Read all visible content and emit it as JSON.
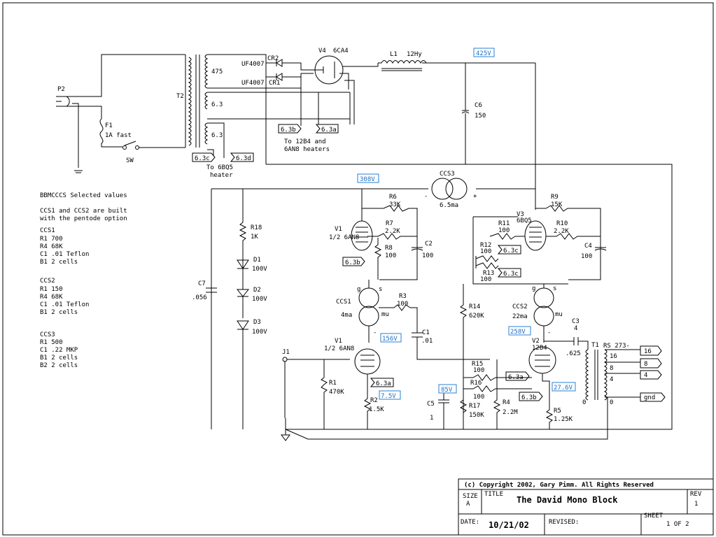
{
  "voltages": {
    "b425": "425V",
    "b308": "308V",
    "b156": "156V",
    "b75": "7.5V",
    "b258": "258V",
    "b85": "85V",
    "b276": "27.6V"
  },
  "power": {
    "plug": "P2",
    "fuse": "F1",
    "fuse_rating": "1A fast",
    "switch": "SW",
    "transformer": "T2",
    "sec_475": "475",
    "sec_63a": "6.3",
    "sec_63b": "6.3",
    "cr2_part": "UF4007",
    "cr2": "CR2",
    "cr1_part": "UF4007",
    "cr1": "CR1",
    "v4": "V4",
    "v4_type": "6CA4",
    "l1": "L1",
    "l1_val": "12Hy",
    "c6": "C6",
    "c6_val": "150",
    "heater_note_1": "To 12B4 and",
    "heater_note_2": "6AN8 heaters",
    "heater_note_3": "To 6BQ5",
    "heater_note_4": "heater"
  },
  "heater_tags": {
    "a": "6.3a",
    "b": "6.3b",
    "c": "6.3c",
    "d": "6.3d"
  },
  "ccs3": {
    "name": "CCS3",
    "current": "6.5ma",
    "minus": "-",
    "plus": "+"
  },
  "notes": [
    "BBMCCCS Selected values",
    "",
    "CCS1 and CCS2 are built",
    "with the pentode option",
    "CCS1",
    "R1  700",
    "R4  68K",
    "C1  .01 Teflon",
    "B1 2 cells",
    "",
    "CCS2",
    "R1  150",
    "R4  68K",
    "C1  .01 Teflon",
    "B1 2 cells",
    "",
    "",
    "CCS3",
    "R1 500",
    "C1 .22 MKP",
    "B1 2 cells",
    "B2 2 cells"
  ],
  "components": {
    "r18": "R18",
    "r18_val": "1K",
    "d1": "D1",
    "d1_val": "100V",
    "d2": "D2",
    "d2_val": "100V",
    "d3": "D3",
    "d3_val": "100V",
    "c7": "C7",
    "c7_val": ".056",
    "j1": "J1",
    "r1": "R1",
    "r1_val": "470K",
    "r6": "R6",
    "r6_val": "33K",
    "r7": "R7",
    "r7_val": "2.2K",
    "r8": "R8",
    "r8_val": "100",
    "c2": "C2",
    "c2_val": "100",
    "v1_top": "V1",
    "v1_top_type": "1/2 6AN8",
    "ccs1": "CCS1",
    "ccs1_current": "4ma",
    "r3": "R3",
    "r3_val": "100",
    "c1": "C1",
    "c1_val": ".01",
    "v1_bot": "V1",
    "v1_bot_type": "1/2 6AN8",
    "r2": "R2",
    "r2_val": "1.5K",
    "r9": "R9",
    "r9_val": "15K",
    "v3": "V3",
    "v3_type": "6BQ5",
    "r11": "R11",
    "r11_val": "100",
    "r10": "R10",
    "r10_val": "2.2K",
    "r12": "R12",
    "r12_val": "100",
    "r13": "R13",
    "r13_val": "100",
    "c4": "C4",
    "c4_val": "100",
    "r14": "R14",
    "r14_val": "620K",
    "ccs2": "CCS2",
    "ccs2_current": "22ma",
    "c3": "C3",
    "c3_val": "4",
    "v2": "V2",
    "v2_type": "12B4",
    "r15": "R15",
    "r15_val": "100",
    "r16": "R16",
    "r16_val": "100",
    "c5": "C5",
    "c5_val": "1",
    "r17": "R17",
    "r17_val": "150K",
    "r4": "R4",
    "r4_val": "2.2M",
    "r5": "R5",
    "r5_val": "1.25K",
    "t1": "T1",
    "t1_type": "RS 273-",
    "t1_prim": ".625",
    "t1_16": "16",
    "t1_8": "8",
    "t1_4": "4",
    "t1_0": "0",
    "out_16": "16",
    "out_8": "8",
    "out_4": "4",
    "out_gnd": "gnd",
    "prim_zero": "0",
    "pin_g": "g",
    "pin_s": "s",
    "pin_mu": "mu",
    "pin_minus": "-"
  },
  "title_block": {
    "copyright": "(c) Copyright 2002, Gary Pimm. All Rights Reserved",
    "size_label": "SIZE",
    "size_value": "A",
    "title_label": "TITLE",
    "title_value": "The David Mono Block",
    "rev_label": "REV",
    "rev_value": "1",
    "date_label": "DATE:",
    "date_value": "10/21/02",
    "revised_label": "REVISED:",
    "sheet_label": "SHEET",
    "sheet_value": "1 OF 2"
  }
}
